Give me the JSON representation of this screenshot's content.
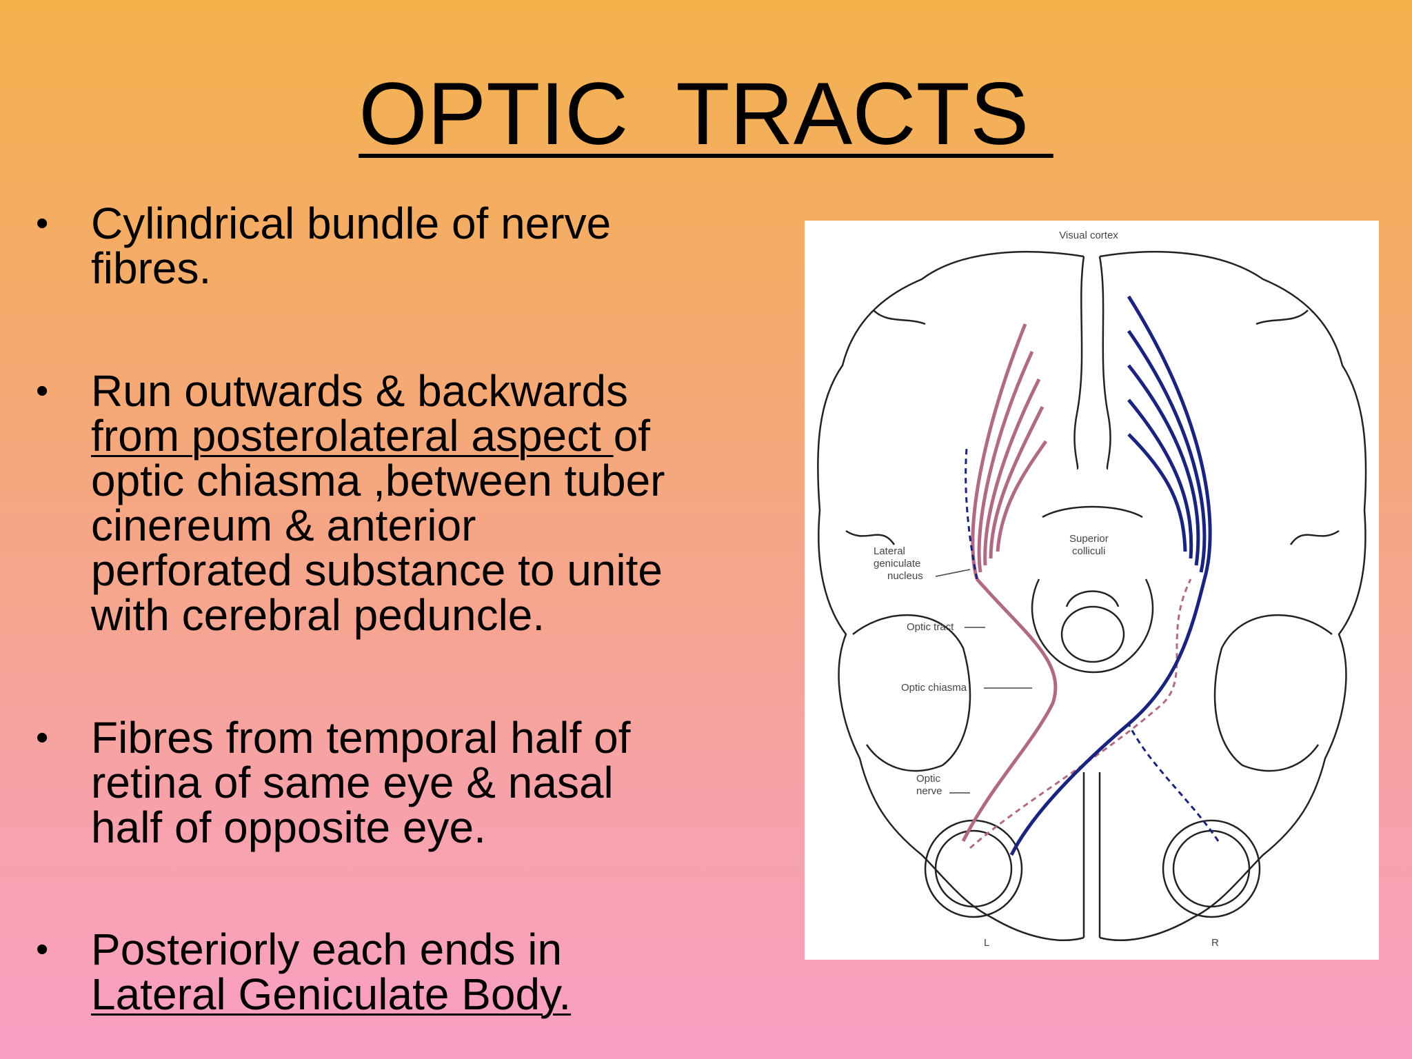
{
  "title": "OPTIC  TRACTS ",
  "bullets": [
    {
      "marker": "•",
      "text": "Cylindrical bundle of nerve\nfibres."
    },
    {
      "marker": "•",
      "text_before": " Run outwards & backwards\n",
      "text_underlined": "from posterolateral aspect ",
      "text_after": "of\noptic chiasma ,between tuber\ncinereum & anterior\nperforated substance to unite\nwith cerebral peduncle."
    },
    {
      "marker": "•",
      "text": "Fibres from temporal half of\nretina of same eye & nasal\nhalf of opposite eye."
    },
    {
      "marker": "•",
      "text_before": "Posteriorly each ends in\n",
      "text_underlined": "Lateral Geniculate Body."
    }
  ],
  "figure": {
    "labels": {
      "visual_cortex": "Visual cortex",
      "lgn_1": "Lateral",
      "lgn_2": "geniculate",
      "lgn_3": "nucleus",
      "superior_1": "Superior",
      "superior_2": "colliculi",
      "optic_tract": "Optic tract",
      "optic_chiasma": "Optic chiasma",
      "optic_nerve_1": "Optic",
      "optic_nerve_2": "nerve",
      "left_eye": "L",
      "right_eye": "R"
    },
    "colors": {
      "left_pathway": "#b06a86",
      "right_pathway": "#1a237e",
      "outline": "#222222"
    }
  }
}
